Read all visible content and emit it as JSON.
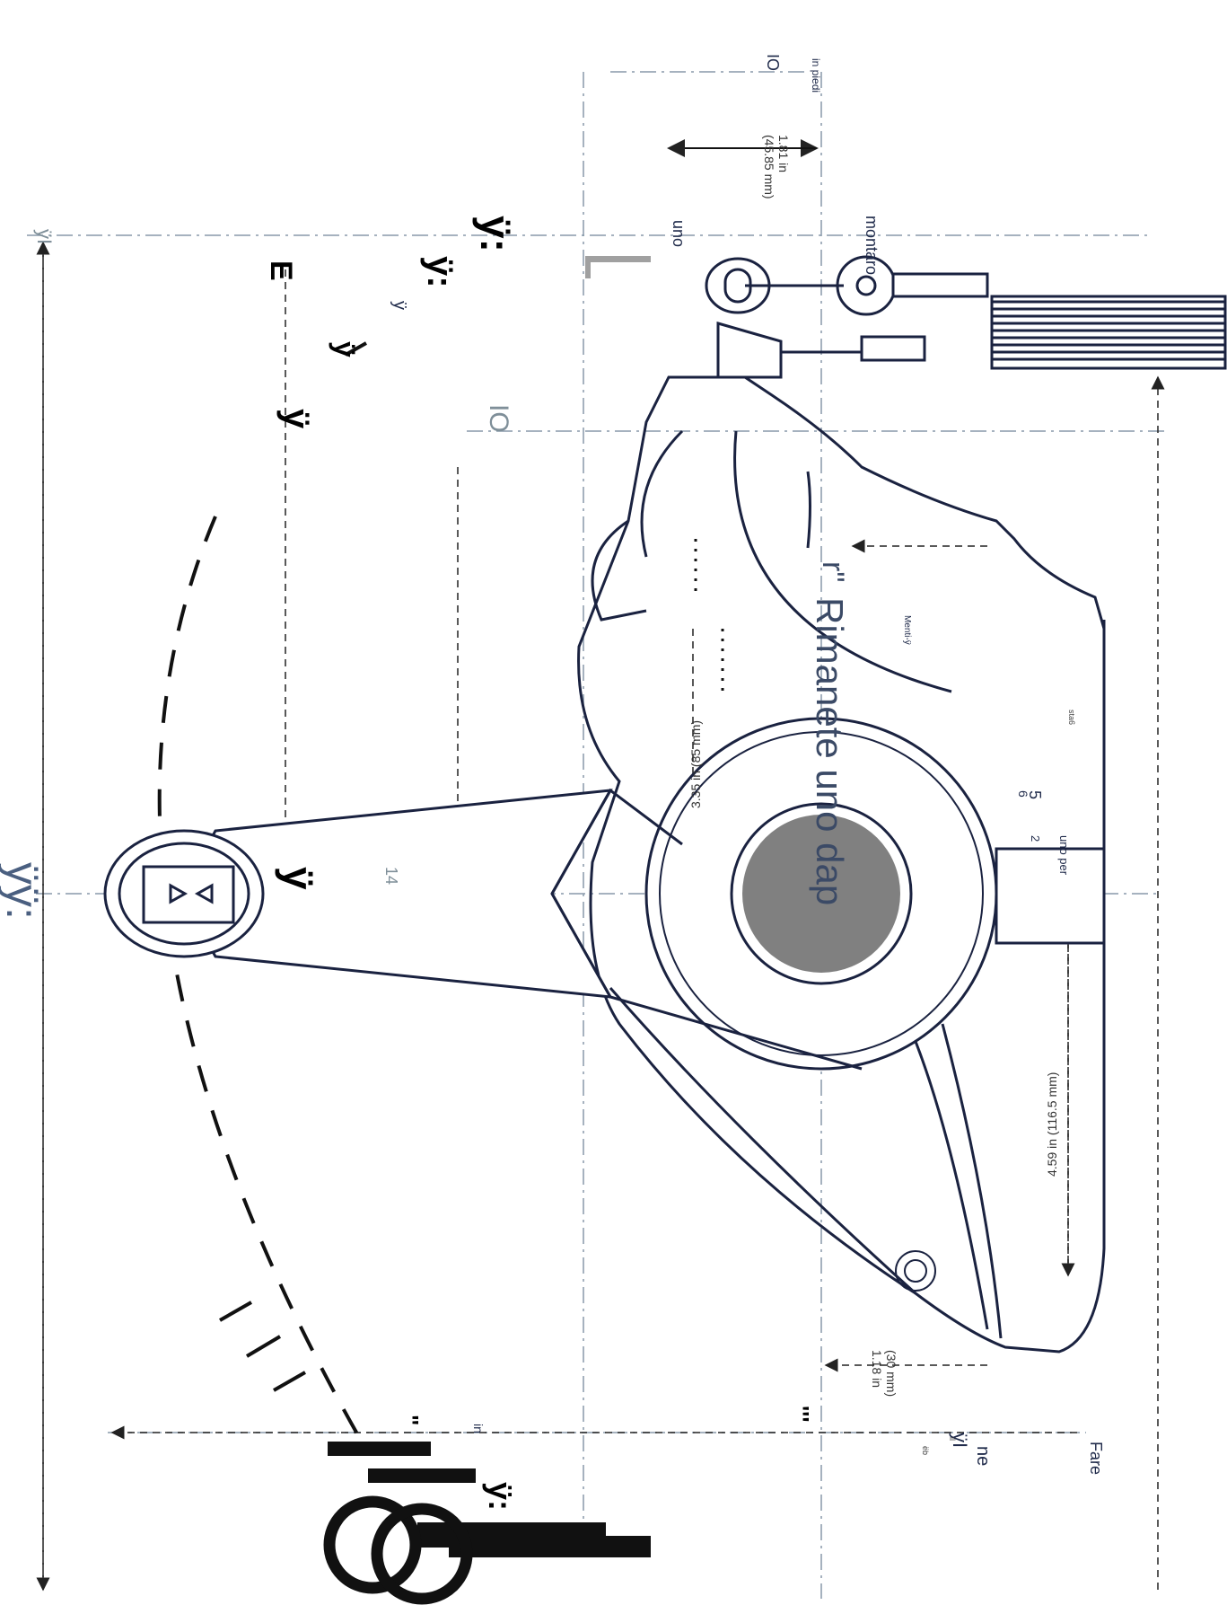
{
  "labels": {
    "dim_181": "1.81 in",
    "dim_4685": "(45.85 mm)",
    "dim_335": "3.35 in (85 mm)",
    "dim_459": "4.59 in (116.5 mm)",
    "dim_118": "1.18 in",
    "dim_30": "(30 mm)",
    "overlay_main": "Rimanete uno dap",
    "overlay_quote": "r\"",
    "word_montaro": "montaro",
    "word_uno_top": "uno",
    "word_in_piedi": "in piedi",
    "word_io_top": "IO",
    "word_io_mid": "IO",
    "word_fare": "Fare",
    "word_menti": "Menti-ÿ",
    "word_uno_per": "uno per",
    "word_2": "2",
    "word_5": "5",
    "word_6": "6",
    "word_e": "E",
    "word_14": "14",
    "glyph_y1": "ÿ",
    "glyph_y2": "ÿ",
    "glyph_y3": "ÿ",
    "glyph_y4": "ÿ:",
    "glyph_y5": "ÿ:",
    "glyph_y6": "ÿ",
    "glyph_y7": "ÿ:",
    "glyph_yy_big": "ÿÿ:",
    "glyph_yi_left": "ÿI",
    "glyph_yi_right": "ÿI",
    "glyph_quote_bottom": "\"",
    "glyph_quote_right": "'''",
    "glyph_in_bottom": "in",
    "word_ne": "ne",
    "word_il": "il",
    "small_mid": "sta6",
    "small_eb": "ëb"
  },
  "colors": {
    "line": "#1a2240",
    "dim_line": "#222222",
    "hub": "#808080",
    "overlay_text": "#3b4a66",
    "grey_bar": "#a0a0a0"
  }
}
